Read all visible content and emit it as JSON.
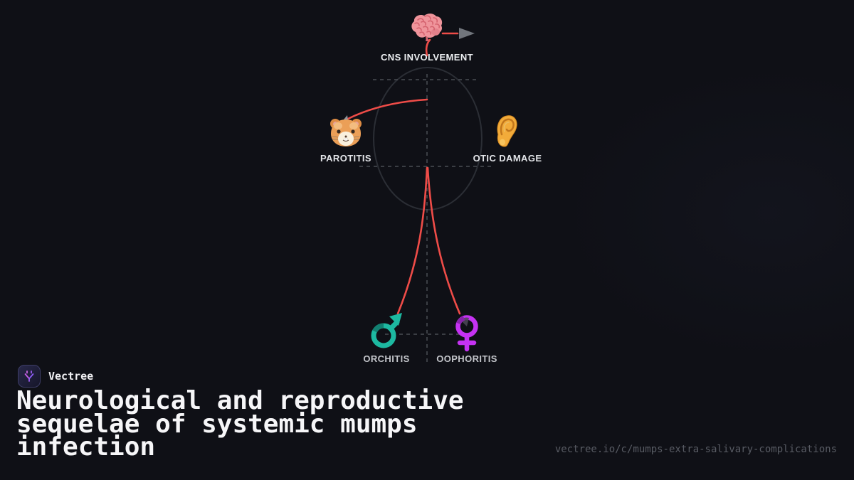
{
  "brand": {
    "name": "Vectree"
  },
  "title": "Neurological and reproductive sequelae of systemic mumps infection",
  "url": "vectree.io/c/mumps-extra-salivary-complications",
  "colors": {
    "background": "#0f1016",
    "edge_red": "#ef4c48",
    "guide_dash": "#4a4d54",
    "ellipse_stroke": "#2b2e35",
    "arrow_gray": "#71757c",
    "male_teal": "#1db9a1",
    "female_purple": "#c532f2"
  },
  "diagram": {
    "nodes": [
      {
        "id": "cns-involvement",
        "label": "CNS INVOLVEMENT",
        "icon": "brain-emoji"
      },
      {
        "id": "parotitis",
        "label": "PAROTITIS",
        "icon": "hamster-emoji"
      },
      {
        "id": "otic-damage",
        "label": "OTIC DAMAGE",
        "icon": "ear-emoji"
      },
      {
        "id": "orchitis",
        "label": "ORCHITIS",
        "icon": "male-sign-emoji"
      },
      {
        "id": "oophoritis",
        "label": "OOPHORITIS",
        "icon": "female-sign-emoji"
      }
    ],
    "edges": [
      {
        "from": "parotitis",
        "to": "cns-involvement"
      },
      {
        "from": "cns-involvement",
        "to": "offscreen-right",
        "arrowhead": true
      },
      {
        "from": "center-axis",
        "to": "orchitis"
      },
      {
        "from": "center-axis",
        "to": "oophoritis"
      }
    ]
  }
}
